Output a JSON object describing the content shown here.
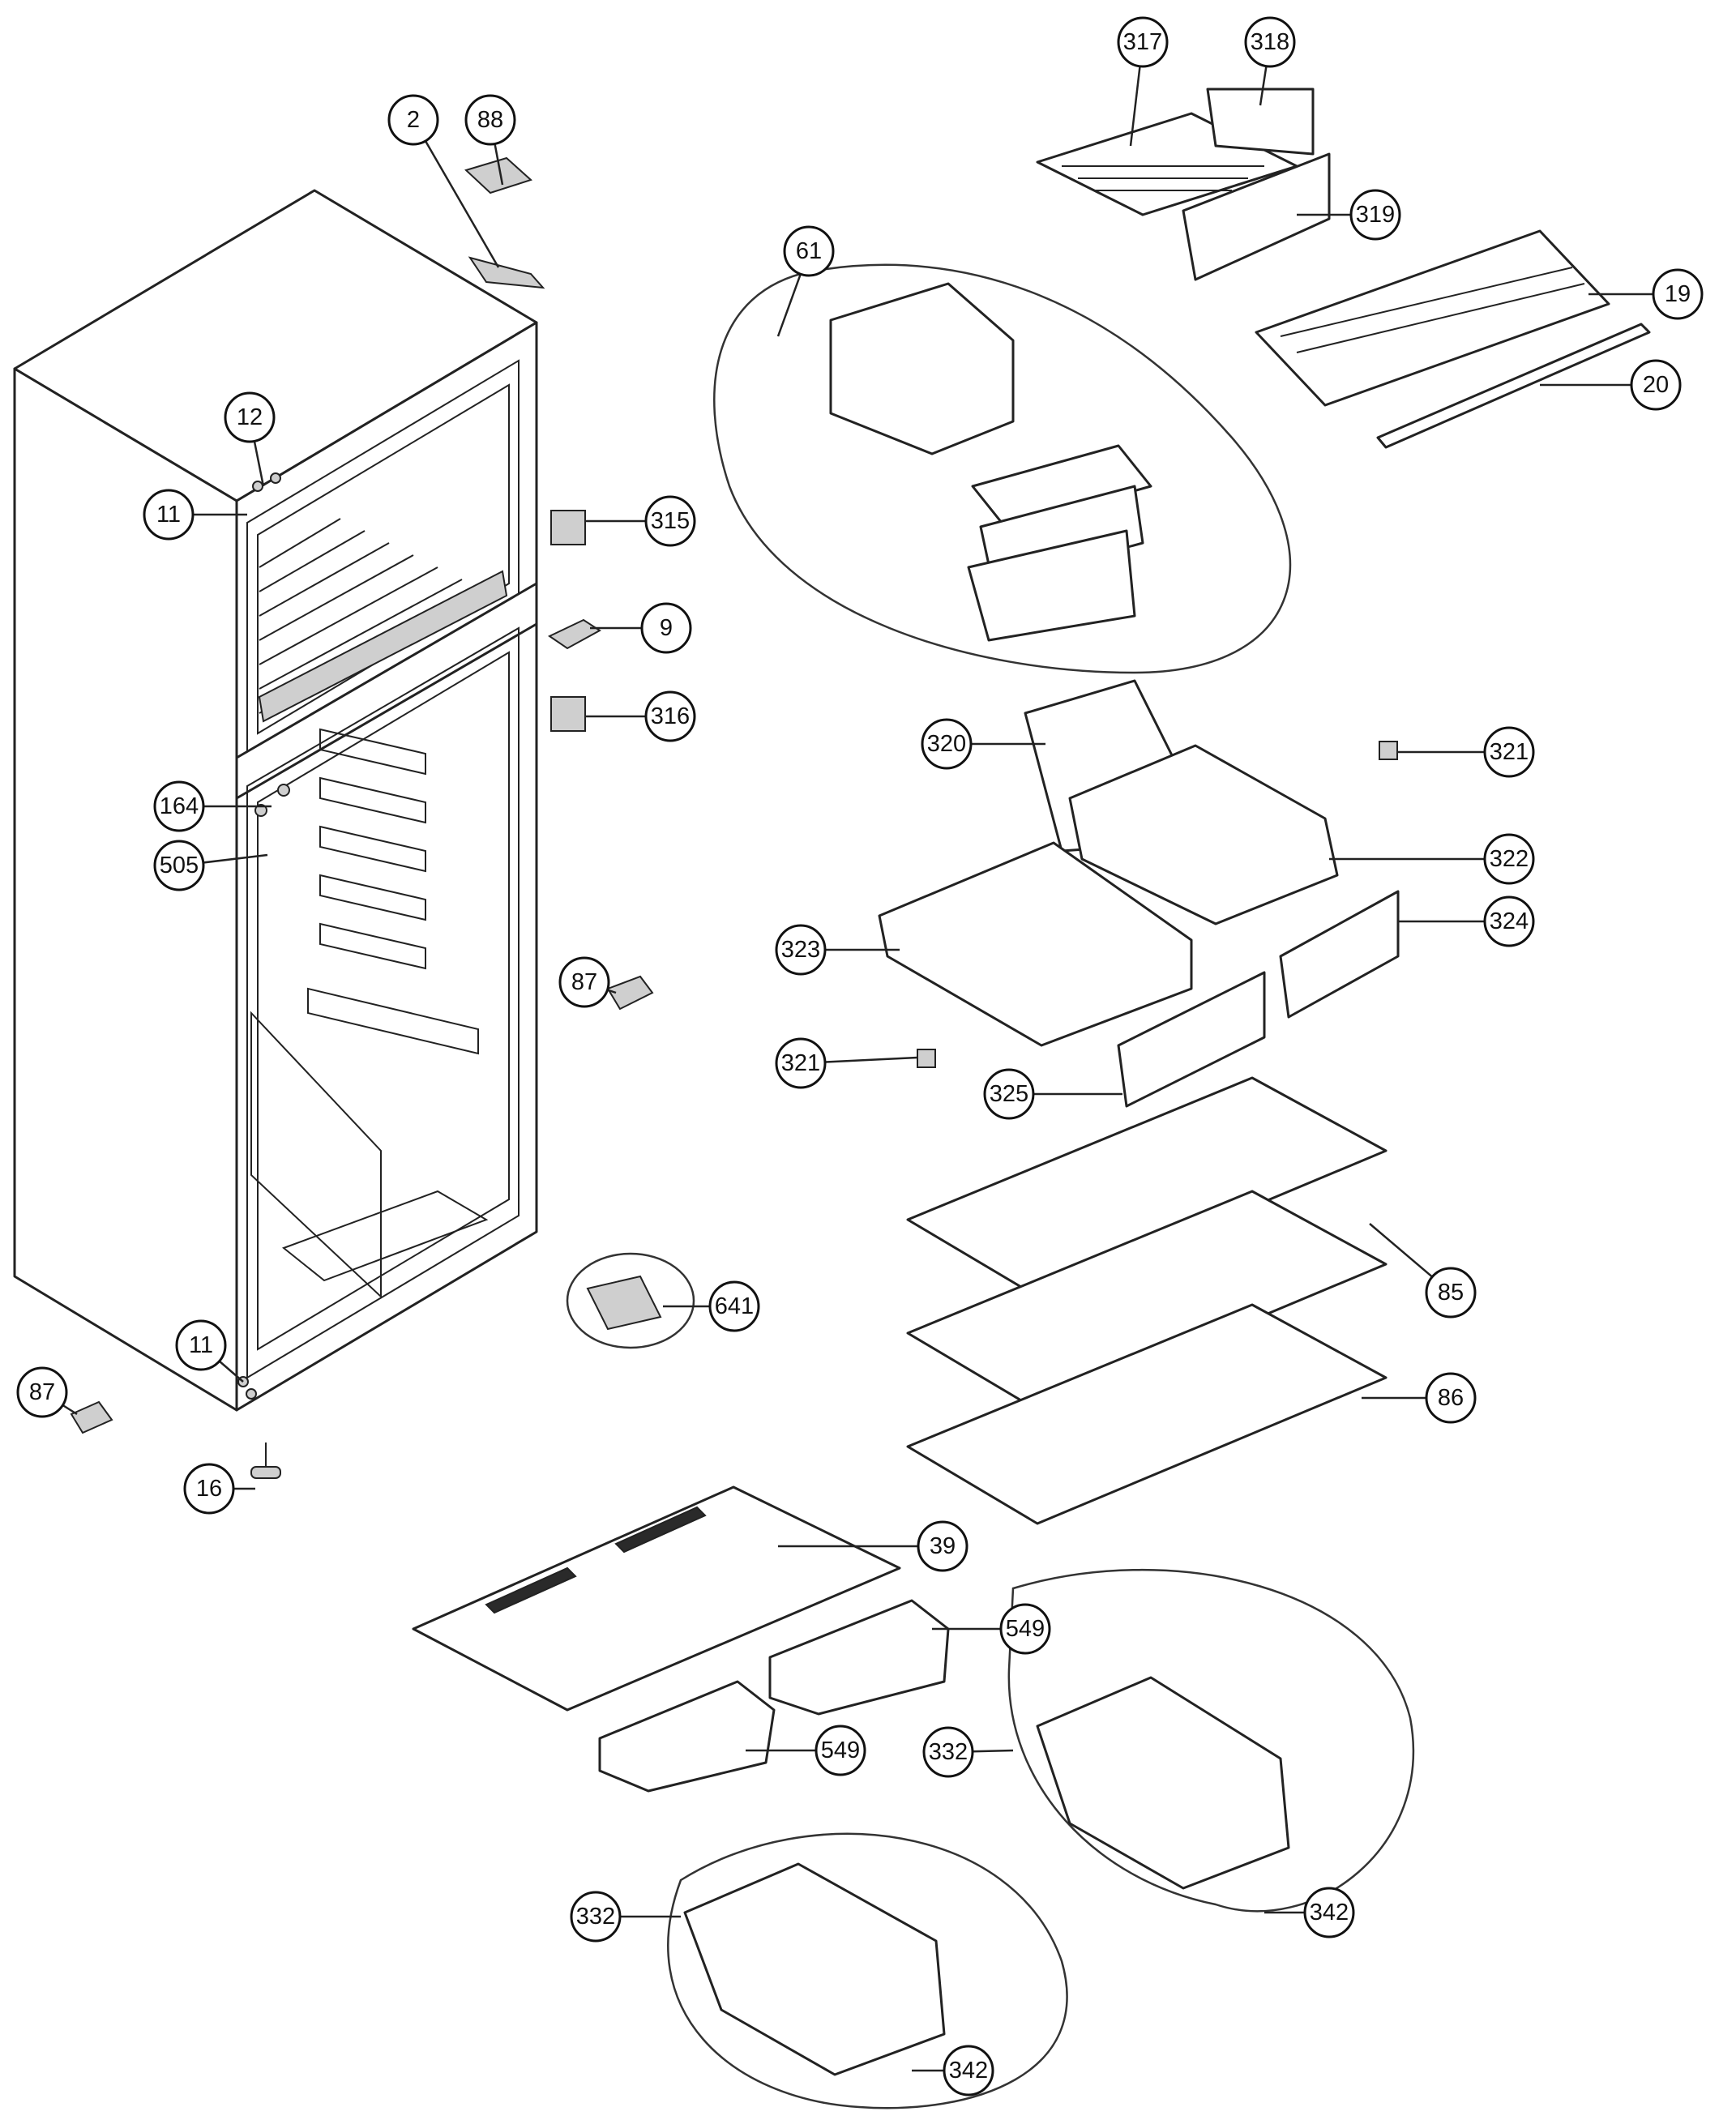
{
  "callouts": [
    {
      "label": "2"
    },
    {
      "label": "88"
    },
    {
      "label": "317"
    },
    {
      "label": "318"
    },
    {
      "label": "319"
    },
    {
      "label": "61"
    },
    {
      "label": "19"
    },
    {
      "label": "20"
    },
    {
      "label": "12"
    },
    {
      "label": "11"
    },
    {
      "label": "315"
    },
    {
      "label": "9"
    },
    {
      "label": "316"
    },
    {
      "label": "320"
    },
    {
      "label": "321"
    },
    {
      "label": "164"
    },
    {
      "label": "505"
    },
    {
      "label": "322"
    },
    {
      "label": "323"
    },
    {
      "label": "324"
    },
    {
      "label": "87"
    },
    {
      "label": "321"
    },
    {
      "label": "325"
    },
    {
      "label": "85"
    },
    {
      "label": "641"
    },
    {
      "label": "11"
    },
    {
      "label": "87"
    },
    {
      "label": "86"
    },
    {
      "label": "16"
    },
    {
      "label": "39"
    },
    {
      "label": "549"
    },
    {
      "label": "549"
    },
    {
      "label": "332"
    },
    {
      "label": "332"
    },
    {
      "label": "342"
    },
    {
      "label": "342"
    }
  ]
}
